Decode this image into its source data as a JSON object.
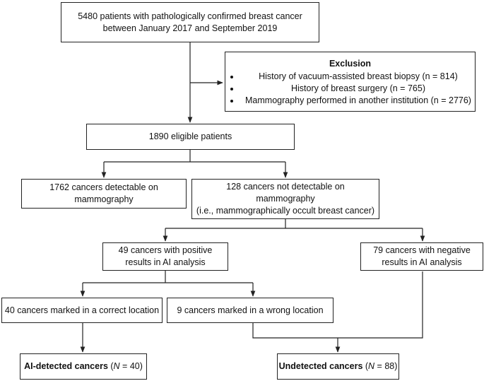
{
  "start": {
    "line1": "5480 patients with pathologically confirmed breast cancer",
    "line2": "between January 2017 and September 2019"
  },
  "exclusion": {
    "title": "Exclusion",
    "items": [
      "History of vacuum-assisted breast biopsy (n = 814)",
      "History of breast surgery (n = 765)",
      "Mammography performed in another institution (n = 2776)"
    ]
  },
  "eligible": {
    "label": "1890 eligible patients"
  },
  "detectable": {
    "line1": "1762 cancers detectable on",
    "line2": "mammography"
  },
  "not_detectable": {
    "line1": "128 cancers not detectable on",
    "line2": "mammography",
    "line3": "(i.e., mammographically occult breast cancer)"
  },
  "positive": {
    "line1": "49 cancers with positive",
    "line2": "results in AI analysis"
  },
  "negative": {
    "line1": "79 cancers with negative",
    "line2": "results in AI analysis"
  },
  "correct_location": {
    "label": "40 cancers marked in a correct location"
  },
  "wrong_location": {
    "label": "9 cancers marked in a wrong location"
  },
  "ai_detected": {
    "prefix": "AI-detected cancers",
    "open": " (",
    "n_symbol": "N",
    "eq": " = ",
    "n_value": "40",
    "close": ")"
  },
  "undetected": {
    "prefix": "Undetected cancers",
    "open": " (",
    "n_symbol": "N",
    "eq": " = ",
    "n_value": "88",
    "close": ")"
  },
  "colors": {
    "line": "#222222",
    "text": "#111111",
    "background": "#ffffff"
  }
}
